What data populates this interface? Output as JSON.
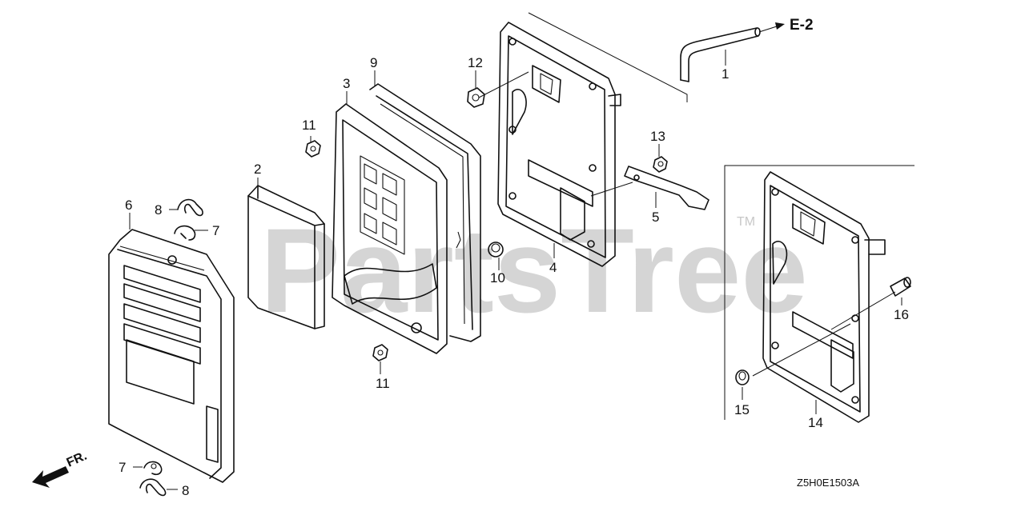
{
  "watermark": {
    "text": "PartsTree",
    "trademark": "TM"
  },
  "reference": {
    "label": "E-2"
  },
  "front_indicator": {
    "label": "FR."
  },
  "drawing_code": "Z5H0E1503A",
  "callouts": [
    "1",
    "2",
    "3",
    "4",
    "5",
    "6",
    "7",
    "7",
    "8",
    "8",
    "9",
    "10",
    "11",
    "11",
    "12",
    "13",
    "14",
    "15",
    "16"
  ]
}
